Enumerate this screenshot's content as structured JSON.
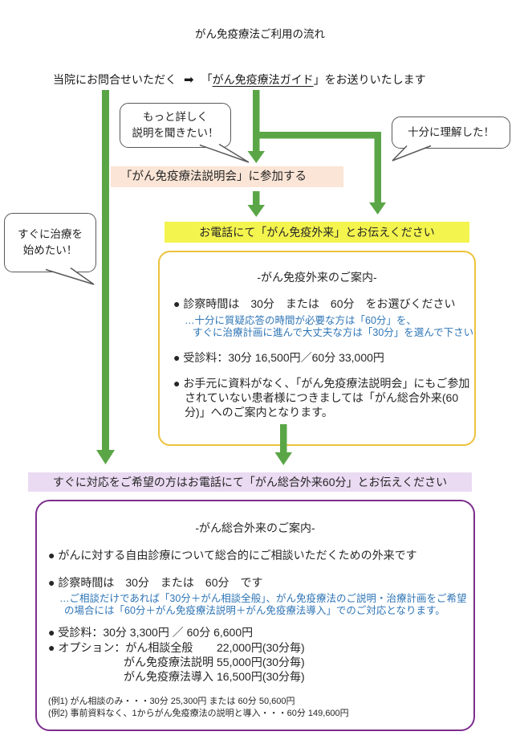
{
  "page_title": "がん免疫療法ご利用の流れ",
  "intro": {
    "contact": "当院にお問合せいただく",
    "arrow_icon": "➡",
    "open_bracket": "「",
    "link_text": "がん免疫療法ガイド",
    "close_suffix": "」をお送りいたします"
  },
  "bubbles": {
    "more_detail": {
      "line1": "もっと詳しく",
      "line2": "説明を聞きたい！"
    },
    "understood": {
      "text": "十分に理解した！"
    },
    "start_now": {
      "line1": "すぐに治療を",
      "line2": "始めたい！"
    }
  },
  "seminar_banner": "「がん免疫療法説明会」に参加する",
  "immuno": {
    "phone_banner": "お電話にて「がん免疫外来」とお伝えください",
    "heading": "-がん免疫外来のご案内-",
    "bullet_time": "● 診察時間は　30分　または　60分　をお選びください",
    "note1": "…十分に質疑応答の時間が必要な方は「60分」を、",
    "note2": "すぐに治療計画に進んで大丈夫な方は「30分」を選んで下さい",
    "bullet_fee": "● 受診料：30分 16,500円／60分 33,000円",
    "bullet_nodoc_1": "● お手元に資料がなく、「がん免疫療法説明会」にもご参加",
    "bullet_nodoc_2": "されていない患者様につきましては「がん総合外来(60",
    "bullet_nodoc_3": "分)」へのご案内となります。"
  },
  "general": {
    "phone_banner": "すぐに対応をご希望の方はお電話にて「がん総合外来60分」とお伝えください",
    "heading": "-がん総合外来のご案内-",
    "bullet_free": "● がんに対する自由診療について総合的にご相談いただくための外来です",
    "bullet_time": "● 診察時間は　30分　または　60分　です",
    "note1": "…ご相談だけであれば「30分＋がん相談全般」、がん免疫療法のご説明・治療計画をご希望",
    "note2": "の場合には「60分＋がん免疫療法説明＋がん免疫療法導入」でのご対応となります。",
    "bullet_fee": "● 受診料：30分 3,300円 ／ 60分 6,600円",
    "option_bullet": "● オプション：がん相談全般",
    "options": [
      {
        "label": "",
        "price": "22,000円(30分毎)"
      },
      {
        "label": "がん免疫療法説明",
        "price": "55,000円(30分毎)"
      },
      {
        "label": "がん免疫療法導入",
        "price": "16,500円(30分毎)"
      }
    ],
    "example1": "(例1) がん相談のみ・・・30分 25,300円 または 60分 50,600円",
    "example2": "(例2) 事前資料なく、1からがん免疫療法の説明と導入・・・60分 149,600円"
  },
  "colors": {
    "green_arrow": "#5AA647",
    "peach_bg": "#FBE5D6",
    "yellow_bg": "#F4F44E",
    "yellow_border": "#EDC23C",
    "lavender_bg": "#EADAF2",
    "purple_border": "#7C2D8E",
    "blue_text": "#2E75B6",
    "bubble_border": "#595959"
  }
}
